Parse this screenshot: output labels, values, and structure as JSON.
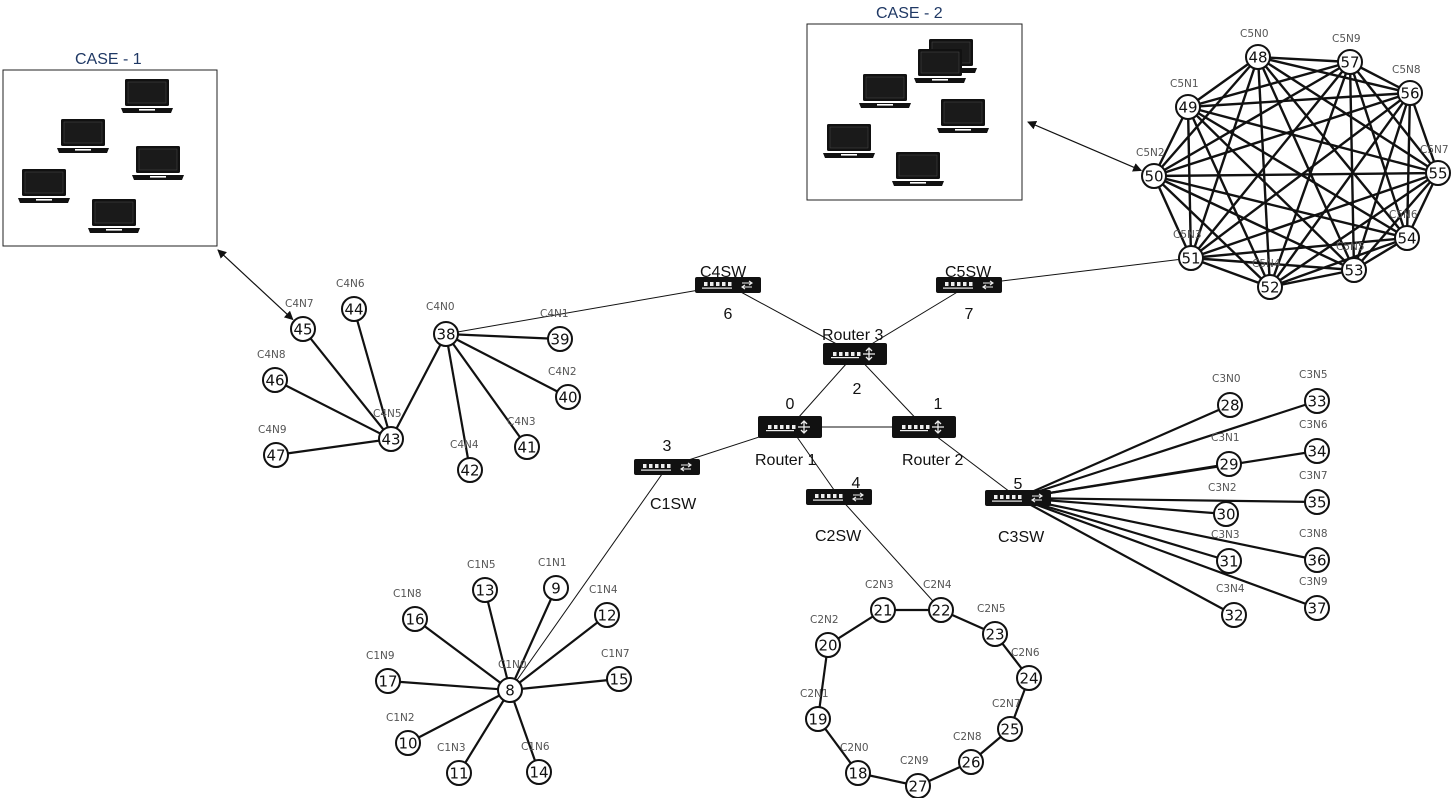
{
  "cases": [
    {
      "id": "case1",
      "title": "CASE - 1",
      "laptops": 5
    },
    {
      "id": "case2",
      "title": "CASE - 2",
      "laptops": 6
    }
  ],
  "devices": [
    {
      "id": "r1",
      "kind": "router",
      "label": "Router 1",
      "num": "0"
    },
    {
      "id": "r2",
      "kind": "router",
      "label": "Router 2",
      "num": "1"
    },
    {
      "id": "r3",
      "kind": "router",
      "label": "Router 3",
      "num": "2"
    },
    {
      "id": "c1sw",
      "kind": "switch",
      "label": "C1SW",
      "num": "3"
    },
    {
      "id": "c2sw",
      "kind": "switch",
      "label": "C2SW",
      "num": "4"
    },
    {
      "id": "c3sw",
      "kind": "switch",
      "label": "C3SW",
      "num": "5"
    },
    {
      "id": "c4sw",
      "kind": "switch",
      "label": "C4SW",
      "num": "6"
    },
    {
      "id": "c5sw",
      "kind": "switch",
      "label": "C5SW",
      "num": "7"
    }
  ],
  "nodes": [
    {
      "id": "8",
      "label": "C1N0"
    },
    {
      "id": "9",
      "label": "C1N1"
    },
    {
      "id": "10",
      "label": "C1N2"
    },
    {
      "id": "11",
      "label": "C1N3"
    },
    {
      "id": "12",
      "label": "C1N4"
    },
    {
      "id": "13",
      "label": "C1N5"
    },
    {
      "id": "14",
      "label": "C1N6"
    },
    {
      "id": "15",
      "label": "C1N7"
    },
    {
      "id": "16",
      "label": "C1N8"
    },
    {
      "id": "17",
      "label": "C1N9"
    },
    {
      "id": "18",
      "label": "C2N0"
    },
    {
      "id": "19",
      "label": "C2N1"
    },
    {
      "id": "20",
      "label": "C2N2"
    },
    {
      "id": "21",
      "label": "C2N3"
    },
    {
      "id": "22",
      "label": "C2N4"
    },
    {
      "id": "23",
      "label": "C2N5"
    },
    {
      "id": "24",
      "label": "C2N6"
    },
    {
      "id": "25",
      "label": "C2N7"
    },
    {
      "id": "26",
      "label": "C2N8"
    },
    {
      "id": "27",
      "label": "C2N9"
    },
    {
      "id": "28",
      "label": "C3N0"
    },
    {
      "id": "29",
      "label": "C3N1"
    },
    {
      "id": "30",
      "label": "C3N2"
    },
    {
      "id": "31",
      "label": "C3N3"
    },
    {
      "id": "32",
      "label": "C3N4"
    },
    {
      "id": "33",
      "label": "C3N5"
    },
    {
      "id": "34",
      "label": "C3N6"
    },
    {
      "id": "35",
      "label": "C3N7"
    },
    {
      "id": "36",
      "label": "C3N8"
    },
    {
      "id": "37",
      "label": "C3N9"
    },
    {
      "id": "38",
      "label": "C4N0"
    },
    {
      "id": "39",
      "label": "C4N1"
    },
    {
      "id": "40",
      "label": "C4N2"
    },
    {
      "id": "41",
      "label": "C4N3"
    },
    {
      "id": "42",
      "label": "C4N4"
    },
    {
      "id": "43",
      "label": "C4N5"
    },
    {
      "id": "44",
      "label": "C4N6"
    },
    {
      "id": "45",
      "label": "C4N7"
    },
    {
      "id": "46",
      "label": "C4N8"
    },
    {
      "id": "47",
      "label": "C4N9"
    },
    {
      "id": "48",
      "label": "C5N0"
    },
    {
      "id": "49",
      "label": "C5N1"
    },
    {
      "id": "50",
      "label": "C5N2"
    },
    {
      "id": "51",
      "label": "C5N3"
    },
    {
      "id": "52",
      "label": "C5N4"
    },
    {
      "id": "53",
      "label": "C5N5"
    },
    {
      "id": "54",
      "label": "C5N6"
    },
    {
      "id": "55",
      "label": "C5N7"
    },
    {
      "id": "56",
      "label": "C5N8"
    },
    {
      "id": "57",
      "label": "C5N9"
    }
  ],
  "links": [
    [
      "r1",
      "r2"
    ],
    [
      "r1",
      "r3"
    ],
    [
      "r2",
      "r3"
    ],
    [
      "r3",
      "c4sw"
    ],
    [
      "r3",
      "c5sw"
    ],
    [
      "r1",
      "c1sw"
    ],
    [
      "r1",
      "c2sw"
    ],
    [
      "r2",
      "c3sw"
    ],
    [
      "c4sw",
      "38"
    ],
    [
      "c5sw",
      "51"
    ],
    [
      "c1sw",
      "8"
    ],
    [
      "c2sw",
      "22"
    ]
  ],
  "cluster_links": [
    [
      "8",
      "9"
    ],
    [
      "8",
      "10"
    ],
    [
      "8",
      "11"
    ],
    [
      "8",
      "12"
    ],
    [
      "8",
      "13"
    ],
    [
      "8",
      "14"
    ],
    [
      "8",
      "15"
    ],
    [
      "8",
      "16"
    ],
    [
      "8",
      "17"
    ],
    [
      "18",
      "19"
    ],
    [
      "19",
      "20"
    ],
    [
      "20",
      "21"
    ],
    [
      "21",
      "22"
    ],
    [
      "22",
      "23"
    ],
    [
      "23",
      "24"
    ],
    [
      "24",
      "25"
    ],
    [
      "25",
      "26"
    ],
    [
      "26",
      "27"
    ],
    [
      "27",
      "18"
    ],
    [
      "c3sw",
      "28"
    ],
    [
      "c3sw",
      "29"
    ],
    [
      "c3sw",
      "30"
    ],
    [
      "c3sw",
      "31"
    ],
    [
      "c3sw",
      "32"
    ],
    [
      "c3sw",
      "33"
    ],
    [
      "c3sw",
      "34"
    ],
    [
      "c3sw",
      "35"
    ],
    [
      "c3sw",
      "36"
    ],
    [
      "c3sw",
      "37"
    ],
    [
      "38",
      "39"
    ],
    [
      "38",
      "40"
    ],
    [
      "38",
      "41"
    ],
    [
      "38",
      "42"
    ],
    [
      "38",
      "43"
    ],
    [
      "43",
      "44"
    ],
    [
      "43",
      "45"
    ],
    [
      "43",
      "46"
    ],
    [
      "43",
      "47"
    ]
  ],
  "mesh_cluster": [
    "48",
    "49",
    "50",
    "51",
    "52",
    "53",
    "54",
    "55",
    "56",
    "57"
  ],
  "arrows": [
    {
      "from": "case1",
      "to": "45"
    },
    {
      "from": "case2",
      "to": "50"
    }
  ]
}
